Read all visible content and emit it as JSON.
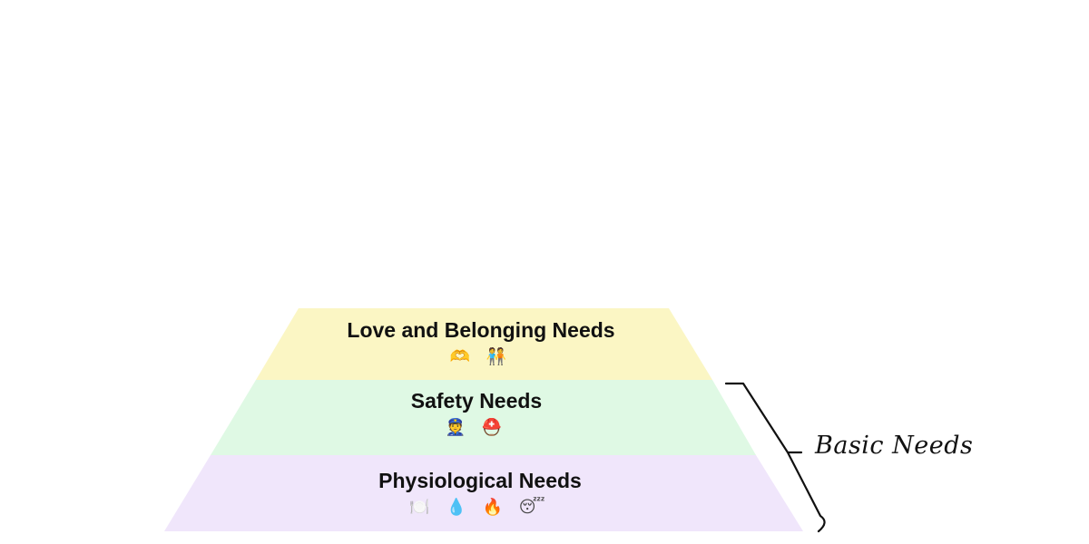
{
  "pyramid": {
    "levels": [
      {
        "title": "Love and Belonging Needs",
        "icons": [
          "heart-hands-icon",
          "two-people-holding-hands-icon"
        ],
        "icon_glyphs": "🫶 🧑‍🤝‍🧑",
        "color": "#fbf6c4"
      },
      {
        "title": "Safety Needs",
        "icons": [
          "police-officer-icon",
          "rescue-helmet-icon"
        ],
        "icon_glyphs": "👮 ⛑️",
        "color": "#dff9e4"
      },
      {
        "title": "Physiological Needs",
        "icons": [
          "plate-and-cutlery-icon",
          "droplet-icon",
          "fire-icon",
          "sleeping-face-icon"
        ],
        "icon_glyphs": "🍽️ 💧 🔥 😴",
        "color": "#f0e6fb"
      }
    ]
  },
  "annotation": {
    "label": "Basic Needs",
    "bracket_color": "#111111"
  }
}
